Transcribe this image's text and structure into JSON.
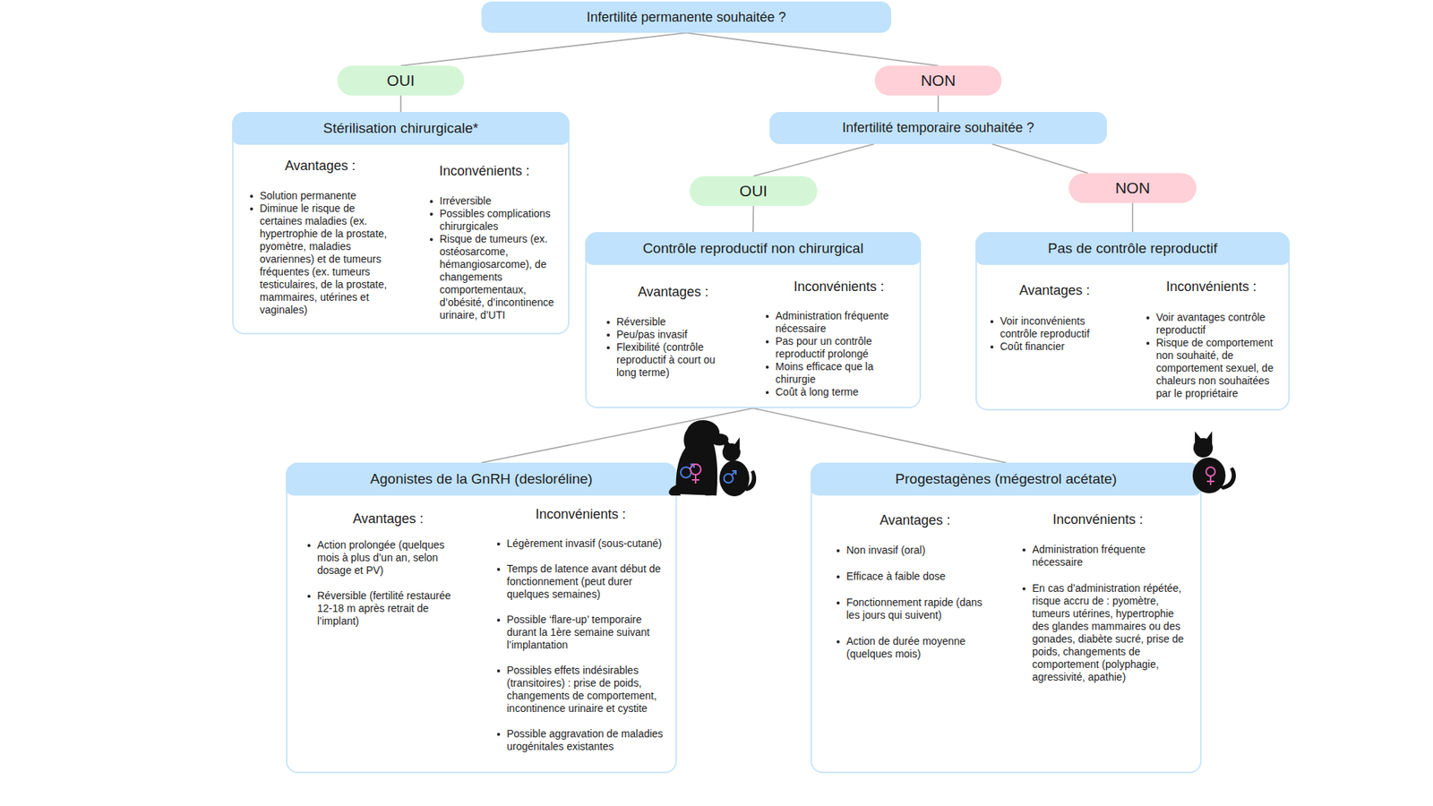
{
  "diagram": {
    "nodes": [
      {
        "text": [
          "Infertilité permanente souhaitée ?"
        ]
      },
      {
        "text": [
          "OUI"
        ]
      },
      {
        "text": [
          "NON"
        ]
      },
      {
        "text": [
          "Stérilisation chirurgicale*",
          "Avantages :",
          "Solution permanente",
          "Diminue le risque de certaines maladies (ex. hypertrophie de la prostate, pyomètre, maladies ovariennes) et de tumeurs fréquentes (ex. tumeurs testiculaires, de la prostate, mammaires, utérines et vaginales)",
          "Inconvénients :",
          "Irréversible",
          "Possibles complications chirurgicales",
          "Risque de tumeurs (ex. ostéosarcome, hémangiosarcome), de changements comportementaux, d’obésité, d’incontinence urinaire, d’UTI"
        ]
      },
      {
        "text": [
          "Infertilité temporaire souhaitée ?"
        ]
      },
      {
        "text": [
          "OUI"
        ]
      },
      {
        "text": [
          "NON"
        ]
      },
      {
        "text": [
          "Contrôle reproductif non chirurgical",
          "Avantages :",
          "Réversible",
          "Peu/pas invasif",
          "Flexibilité (contrôle reproductif à court ou long terme)",
          "Inconvénients :",
          "Administration fréquente nécessaire",
          "Pas pour un contrôle reproductif prolongé",
          "Moins efficace que la chirurgie",
          "Coût à long terme"
        ]
      },
      {
        "text": [
          "Pas de contrôle reproductif",
          "Avantages :",
          "Voir inconvénients contrôle reproductif",
          "Coût financier",
          "Inconvénients :",
          "Voir avantages contrôle reproductif",
          "Risque de comportement non souhaité, de comportement sexuel, de chaleurs non souhaitées par le propriétaire"
        ]
      },
      {
        "text": [
          "Agonistes de la GnRH (desloréline)",
          "Avantages :",
          "Action prolongée (quelques mois à plus d’un an, selon dosage et PV)",
          "Réversible (fertilité restaurée 12-18 m après retrait de l’implant)",
          "Inconvénients :",
          "Légèrement invasif (sous-cutané)",
          "Temps de latence avant début de fonctionnement (peut durer quelques semaines)",
          "Possible ‘flare-up’ temporaire durant la 1ère semaine suivant l’implantation",
          "Possibles effets indésirables (transitoires) : prise de poids, changements de comportement, incontinence urinaire et cystite",
          "Possible aggravation de maladies urogénitales existantes"
        ]
      },
      {
        "text": [
          "Progestagènes (mégestrol acétate)",
          "Avantages :",
          "Non invasif (oral)",
          "Efficace à faible dose",
          "Fonctionnement rapide (dans les jours qui suivent)",
          "Action de durée moyenne (quelques mois)",
          "Inconvénients :",
          "Administration fréquente nécessaire",
          "En cas d’administration répétée, risque accru de : pyomètre, tumeurs utérines, hypertrophie des glandes mammaires ou des gonades, diabète sucré, prise de poids, changements de comportement (polyphagie, agressivité, apathie)"
        ]
      }
    ],
    "edges": [
      {
        "from": 0,
        "to": 1,
        "arrow": "none"
      },
      {
        "from": 0,
        "to": 2,
        "arrow": "none"
      },
      {
        "from": 1,
        "to": 3,
        "arrow": "none"
      },
      {
        "from": 2,
        "to": 4,
        "arrow": "none"
      },
      {
        "from": 4,
        "to": 5,
        "arrow": "none"
      },
      {
        "from": 4,
        "to": 6,
        "arrow": "none"
      },
      {
        "from": 5,
        "to": 7,
        "arrow": "none"
      },
      {
        "from": 6,
        "to": 8,
        "arrow": "none"
      },
      {
        "from": 7,
        "to": 9,
        "arrow": "none"
      },
      {
        "from": 7,
        "to": 10,
        "arrow": "none"
      }
    ]
  }
}
